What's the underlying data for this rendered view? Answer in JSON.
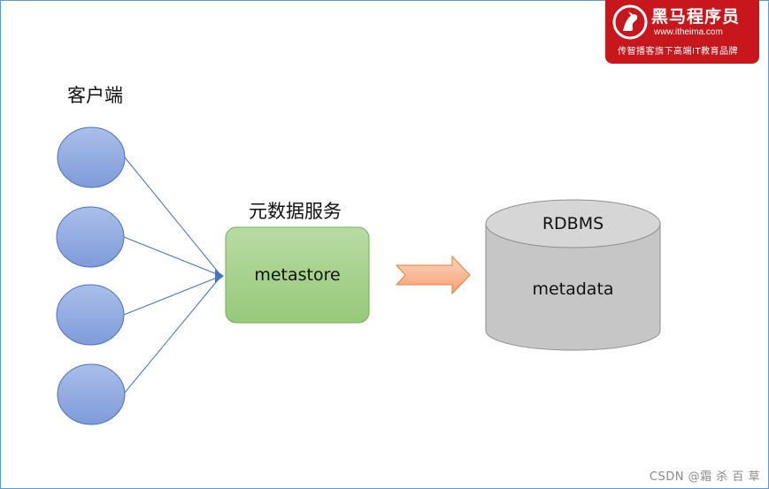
{
  "labels": {
    "clients": "客户端",
    "metadata_service": "元数据服务"
  },
  "service_box": {
    "label": "metastore"
  },
  "database": {
    "title": "RDBMS",
    "content": "metadata"
  },
  "clients": {
    "count": 4
  },
  "logo": {
    "name": "黑马程序员",
    "url": "www.itheima.com",
    "slogan": "传智播客旗下高端IT教育品牌"
  },
  "watermark": "CSDN @霜 杀 百 草",
  "colors": {
    "client_fill_top": "#a9bfea",
    "client_fill_bottom": "#7f9bd9",
    "client_stroke": "#4f71be",
    "connector": "#4472c4",
    "service_fill_top": "#b8dba2",
    "service_fill_bottom": "#97c97b",
    "service_stroke": "#74b053",
    "arrow_fill_top": "#fbcdb0",
    "arrow_fill_bottom": "#f59f73",
    "arrow_stroke": "#ed7d31",
    "db_fill": "#c9c9c9",
    "db_top": "#d9d9d9",
    "db_stroke": "#8f8f8f",
    "logo_bg": "#c8161d",
    "frame": "#5b9bd5"
  }
}
